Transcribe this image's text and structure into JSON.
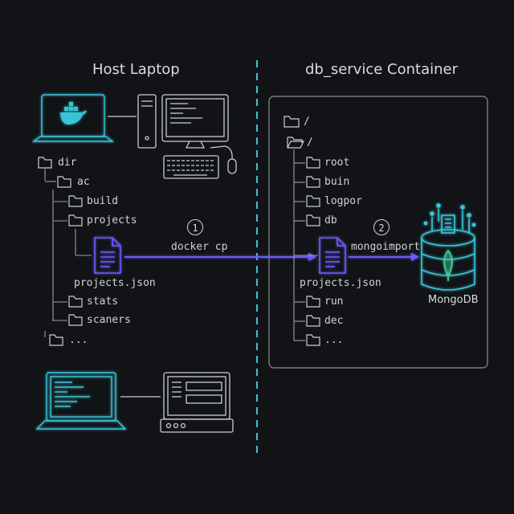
{
  "headers": {
    "host": "Host Laptop",
    "container": "db_service Container"
  },
  "host_tree": {
    "root": "dir",
    "items": [
      "ac",
      "build",
      "projects",
      "stats",
      "scaners",
      "..."
    ],
    "file": "projects.json"
  },
  "container_tree": {
    "root_top": "/",
    "root": "/",
    "items": [
      "root",
      "buin",
      "logpor",
      "db",
      "run",
      "dec",
      "..."
    ],
    "file": "projects.json"
  },
  "steps": [
    {
      "number": "1",
      "label": "docker cp"
    },
    {
      "number": "2",
      "label": "mongoimport"
    }
  ],
  "database": {
    "label": "MongoDB"
  },
  "colors": {
    "background": "#121316",
    "line": "#c9cdd2",
    "cyan": "#39c4d8",
    "arrow": "#6a5cff",
    "mongo_leaf": "#3fd1a0"
  }
}
